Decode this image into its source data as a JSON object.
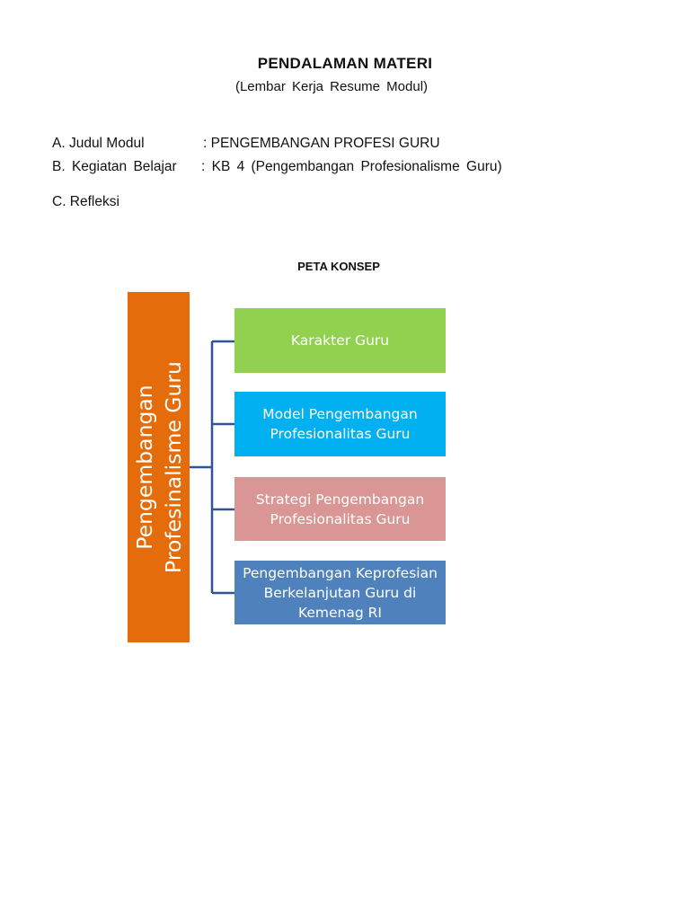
{
  "header": {
    "title": "PENDALAMAN MATERI",
    "subtitle": "(Lembar Kerja Resume Modul)"
  },
  "fields": {
    "a_label": "A. Judul Modul",
    "a_value": ": PENGEMBANGAN PROFESI GURU",
    "b_label": "B. Kegiatan Belajar",
    "b_value": ": KB 4 (Pengembangan Profesionalisme Guru)",
    "c_label": "C. Refleksi"
  },
  "concept_map": {
    "heading": "PETA KONSEP",
    "root": "Pengembangan\nProfesinalisme Guru",
    "children": [
      {
        "label": "Karakter Guru",
        "color": "#92d050"
      },
      {
        "label": "Model Pengembangan\nProfesionalitas Guru",
        "color": "#00b0f0"
      },
      {
        "label": "Strategi Pengembangan\nProfesionalitas Guru",
        "color": "#d99694"
      },
      {
        "label": "Pengembangan Keprofesian\nBerkelanjutan Guru di\nKemenag RI",
        "color": "#4f81bd"
      }
    ],
    "root_color": "#e46c0a",
    "connector_color": "#2f5597"
  }
}
